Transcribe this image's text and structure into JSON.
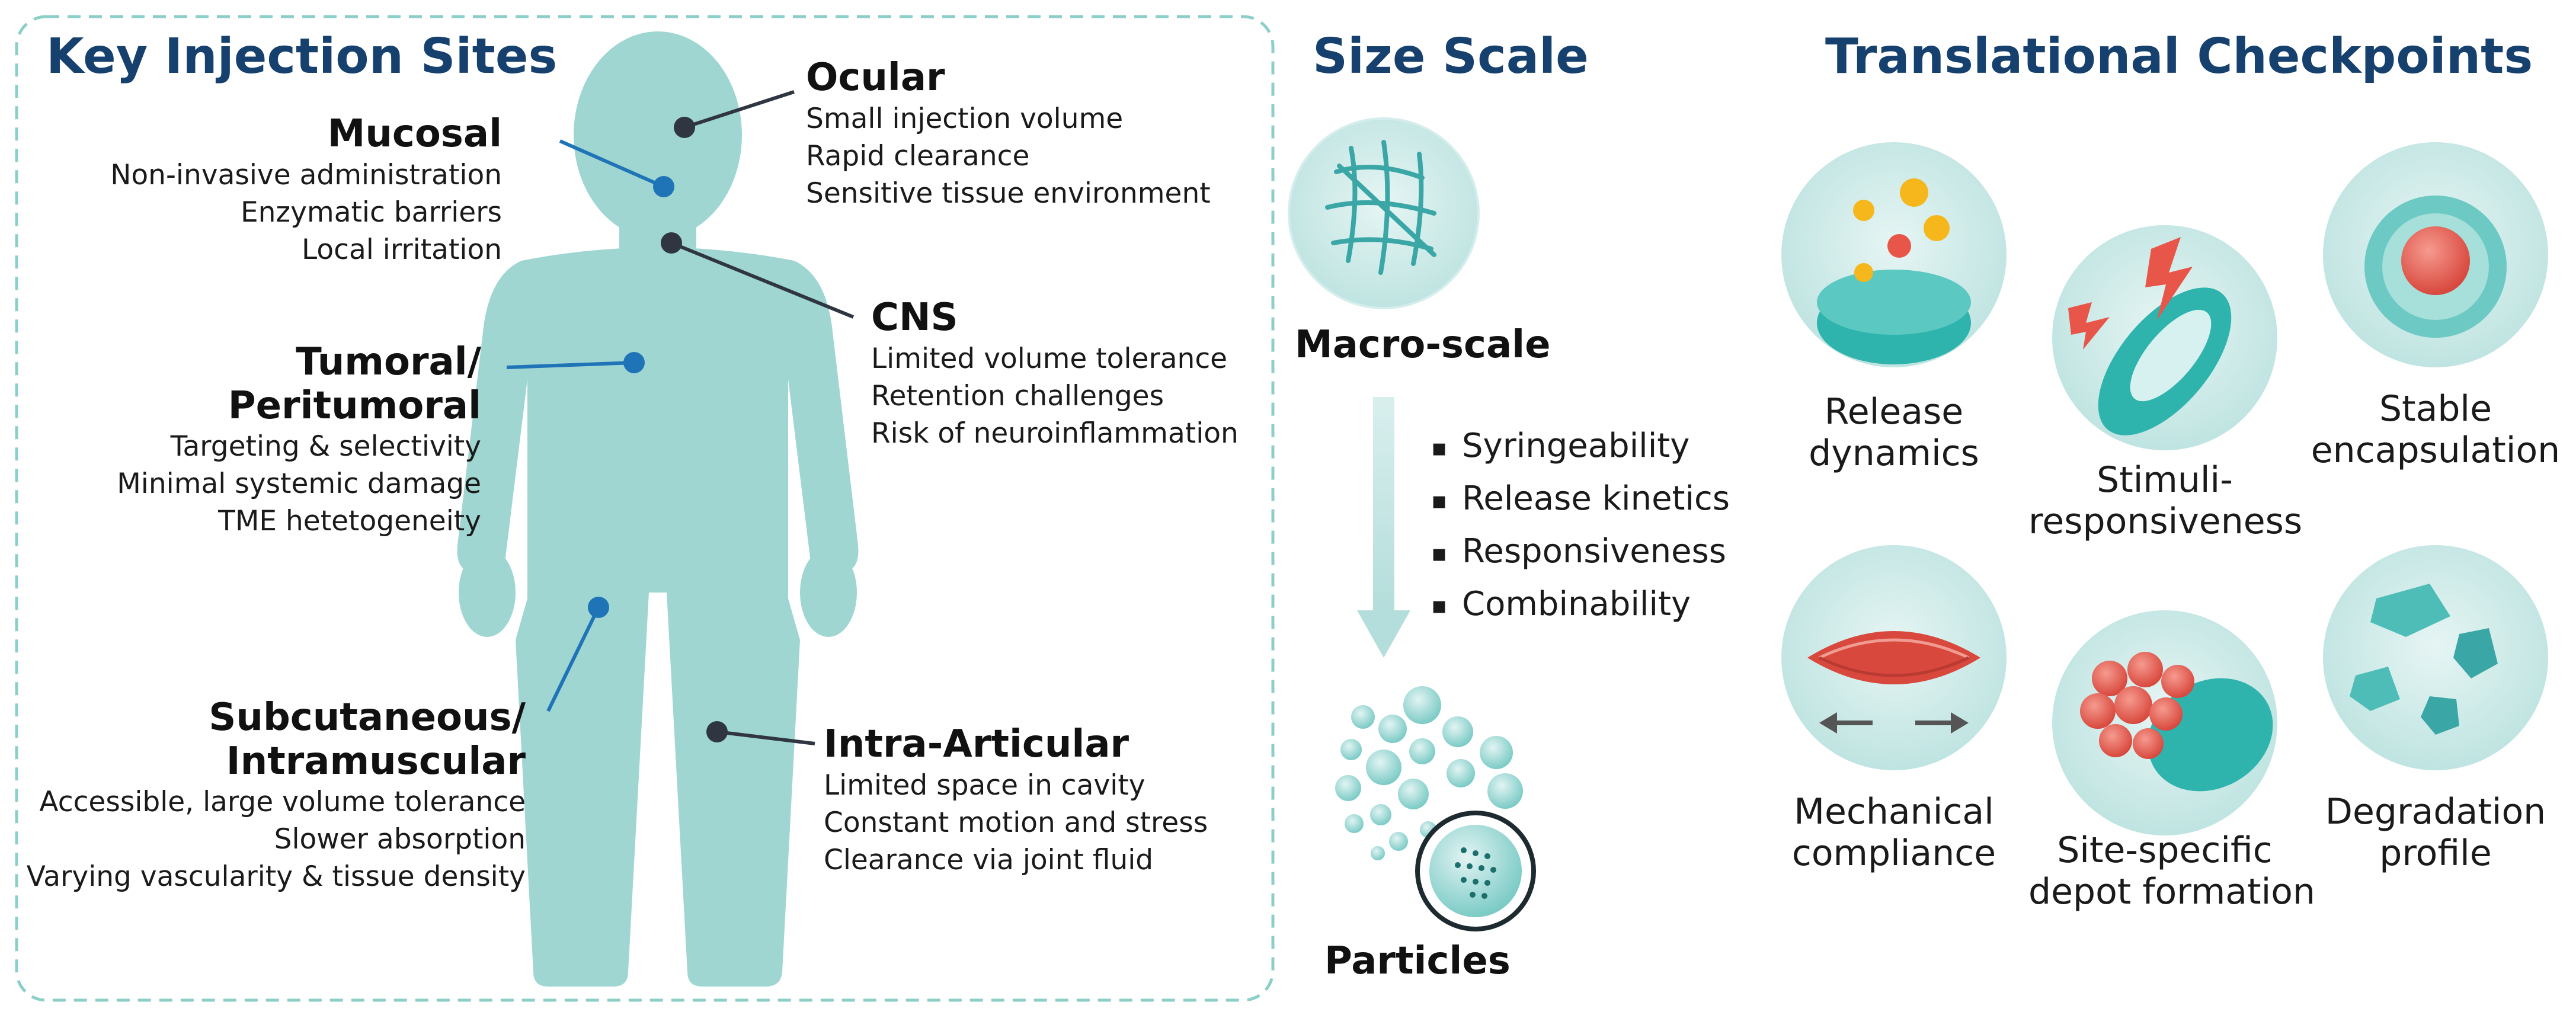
{
  "sections": {
    "injection_sites_title": "Key Injection Sites",
    "size_scale_title": "Size Scale",
    "checkpoints_title": "Translational Checkpoints"
  },
  "sites": {
    "ocular": {
      "title": "Ocular",
      "desc": [
        "Small injection volume",
        "Rapid clearance",
        "Sensitive tissue environment"
      ]
    },
    "mucosal": {
      "title": "Mucosal",
      "desc": [
        "Non-invasive administration",
        "Enzymatic barriers",
        "Local irritation"
      ]
    },
    "cns": {
      "title": "CNS",
      "desc": [
        "Limited volume tolerance",
        "Retention challenges",
        "Risk of neuroinflammation"
      ]
    },
    "tumoral": {
      "title_line1": "Tumoral/",
      "title_line2": "Peritumoral",
      "desc": [
        "Targeting & selectivity",
        "Minimal systemic damage",
        "TME hetetogeneity"
      ]
    },
    "subcutaneous": {
      "title_line1": "Subcutaneous/",
      "title_line2": "Intramuscular",
      "desc": [
        "Accessible, large volume tolerance",
        "Slower absorption",
        "Varying vascularity & tissue density"
      ]
    },
    "intra_articular": {
      "title": "Intra-Articular",
      "desc": [
        "Limited space in cavity",
        "Constant motion and stress",
        "Clearance via joint fluid"
      ]
    }
  },
  "size_scale": {
    "macro_label": "Macro-scale",
    "particles_label": "Particles",
    "properties": [
      "Syringeability",
      "Release kinetics",
      "Responsiveness",
      "Combinability"
    ]
  },
  "checkpoints": [
    {
      "line1": "Release",
      "line2": "dynamics"
    },
    {
      "line1": "Stimuli-",
      "line2": "responsiveness"
    },
    {
      "line1": "Stable",
      "line2": "encapsulation"
    },
    {
      "line1": "Mechanical",
      "line2": "compliance"
    },
    {
      "line1": "Site-specific",
      "line2": "depot formation"
    },
    {
      "line1": "Degradation",
      "line2": "profile"
    }
  ],
  "colors": {
    "title_blue": "#16406d",
    "body_teal": "#9fd6d2",
    "marker_blue": "#1f73b7",
    "marker_dark": "#2f3642",
    "circle_bg": "#cfeae8",
    "accent_red": "#e8564a",
    "dashed_border": "#8ccfc9"
  }
}
